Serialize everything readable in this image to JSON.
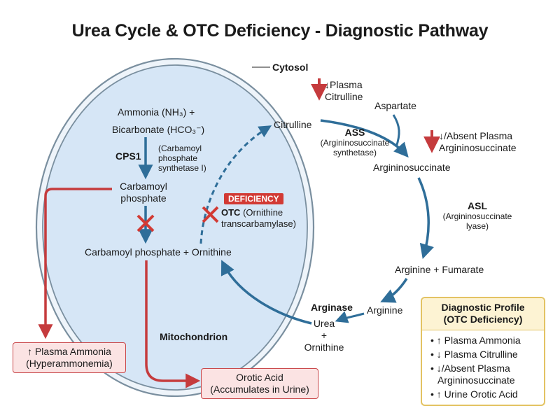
{
  "title": "Urea Cycle & OTC Deficiency - Diagnostic Pathway",
  "cytosol_label": "Cytosol",
  "mitochondrion_label": "Mitochondrion",
  "ammonia_line": "Ammonia (NH₃) +",
  "bicarbonate_line": "Bicarbonate (HCO₃⁻)",
  "cps1": {
    "abbr": "CPS1",
    "full_lines": [
      "(Carbamoyl",
      "phosphate",
      "synthetase I)"
    ]
  },
  "carbamoyl_phosphate_lines": [
    "Carbamoyl",
    "phosphate"
  ],
  "carbamoyl_plus_ornithine": "Carbamoyl phosphate + Ornithine",
  "deficiency_badge": "DEFICIENCY",
  "otc": {
    "abbr": "OTC",
    "full_lines": [
      "(Ornithine",
      "transcarbamylase)"
    ]
  },
  "citrulline": "Citrulline",
  "aspartate": "Aspartate",
  "plasma_citrulline_lines": [
    "↓Plasma",
    "Citrulline"
  ],
  "ass": {
    "abbr": "ASS",
    "full_lines": [
      "(Argininosuccinate",
      "synthetase)"
    ]
  },
  "argininosuccinate": "Argininosuccinate",
  "absent_plasma_lines": [
    "↓/Absent Plasma",
    "Argininosuccinate"
  ],
  "asl": {
    "abbr": "ASL",
    "full_lines": [
      "(Argininosuccinate",
      "lyase)"
    ]
  },
  "arginine_fumarate": "Arginine + Fumarate",
  "arginase": "Arginase",
  "arginine": "Arginine",
  "urea_lines": [
    "Urea",
    "+",
    "Ornithine"
  ],
  "hyperammonemia_lines": [
    "↑ Plasma Ammonia",
    "(Hyperammonemia)"
  ],
  "orotic_lines": [
    "Orotic Acid",
    "(Accumulates in Urine)"
  ],
  "profile": {
    "title_lines": [
      "Diagnostic Profile",
      "(OTC Deficiency)"
    ],
    "items": [
      "• ↑ Plasma Ammonia",
      "• ↓ Plasma Citrulline",
      "• ↓/Absent Plasma Argininosuccinate",
      "• ↑ Urine Orotic Acid"
    ]
  },
  "colors": {
    "pathway_arrow": "#2f6e99",
    "alert_red": "#c53b3d",
    "membrane_fill": "#d6e6f6",
    "membrane_stroke": "#7a8f9f",
    "profile_border": "#e3c363"
  }
}
